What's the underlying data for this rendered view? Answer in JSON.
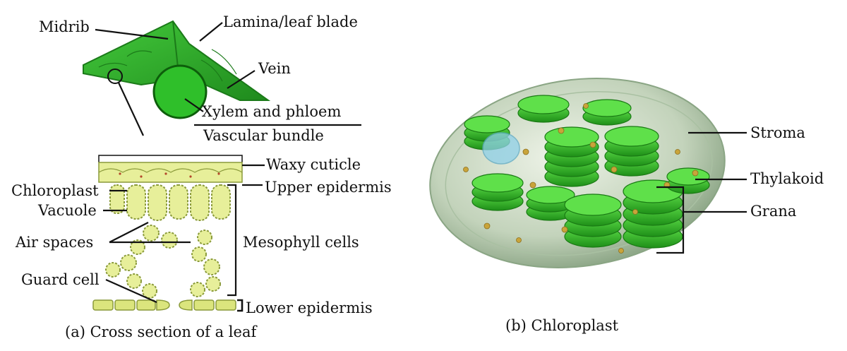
{
  "leaf": {
    "labels": {
      "midrib": "Midrib",
      "lamina": "Lamina/leaf blade",
      "vein": "Vein",
      "xylem": "Xylem and phloem",
      "vascular": "Vascular bundle",
      "cuticle": "Waxy cuticle",
      "chloroplast": "Chloroplast",
      "upper_epidermis": "Upper epidermis",
      "vacuole": "Vacuole",
      "air_spaces": "Air spaces",
      "mesophyll": "Mesophyll cells",
      "guard_cell": "Guard cell",
      "lower_epidermis": "Lower epidermis"
    },
    "caption": "(a) Cross section of a leaf"
  },
  "chloroplast": {
    "labels": {
      "stroma": "Stroma",
      "thylakoid": "Thylakoid",
      "grana": "Grana"
    },
    "caption": "(b) Chloroplast"
  },
  "colors": {
    "leaf_green": "#2fb52c",
    "leaf_dark": "#1f8a1d",
    "cell_fill": "#e7ef9a",
    "cell_border": "#8a9a3a",
    "chloro_body": "#c9d9c0",
    "thylakoid": "#3ec92c",
    "thylakoid_dark": "#23901a"
  }
}
